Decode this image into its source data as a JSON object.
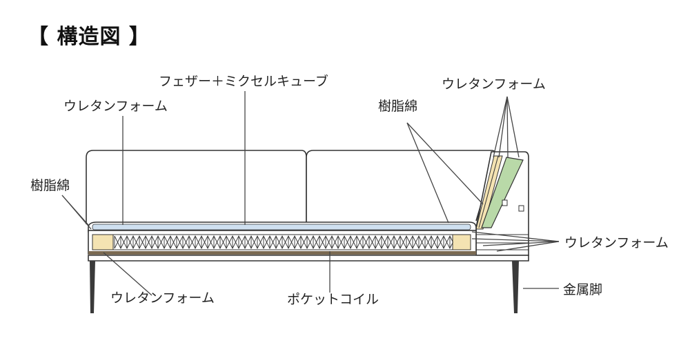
{
  "title": "【 構造図 】",
  "labels": {
    "feather_cube": "フェザー＋ミクセルキューブ",
    "urethane_top_left": "ウレタンフォーム",
    "resin_cotton_left": "樹脂綿",
    "resin_cotton_right": "樹脂綿",
    "urethane_top_right": "ウレタンフォーム",
    "urethane_right": "ウレタンフォーム",
    "urethane_bottom": "ウレタンフォーム",
    "pocket_coil": "ポケットコイル",
    "metal_leg": "金属脚"
  },
  "colors": {
    "outline": "#333333",
    "feather_blue": "#cfe0f0",
    "urethane_cream": "#f4e3b2",
    "green_foam": "#b9d9a8",
    "base_brown": "#7a6a52",
    "leg_dark": "#3a3a3a"
  }
}
